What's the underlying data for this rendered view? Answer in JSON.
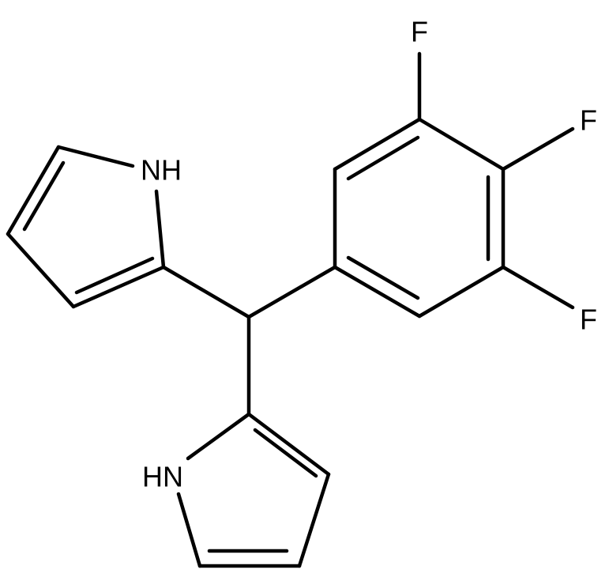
{
  "atom_labels": {
    "f_top": "F",
    "f_mid": "F",
    "f_bottom": "F",
    "nh_upper": "NH",
    "nh_lower": "HN"
  },
  "colors": {
    "bond": "#000000",
    "label": "#000000",
    "background": "#ffffff"
  }
}
